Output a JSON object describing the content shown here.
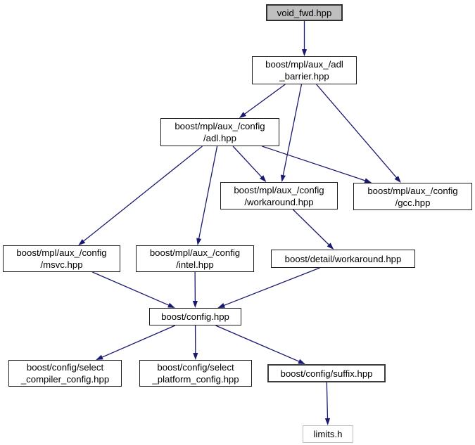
{
  "graph": {
    "type": "include-dependency-graph",
    "colors": {
      "edge": "#191970",
      "node_border": "#1c1c1c",
      "focus_fill": "#bfbfbf",
      "external_border": "#bebebe",
      "background": "#ffffff",
      "text": "#000000"
    },
    "nodes": {
      "void_fwd": {
        "label": "void_fwd.hpp"
      },
      "adl_barrier": {
        "label": "boost/mpl/aux_/adl\n_barrier.hpp"
      },
      "adl": {
        "label": "boost/mpl/aux_/config\n/adl.hpp"
      },
      "workaround_mpl": {
        "label": "boost/mpl/aux_/config\n/workaround.hpp"
      },
      "gcc": {
        "label": "boost/mpl/aux_/config\n/gcc.hpp"
      },
      "msvc": {
        "label": "boost/mpl/aux_/config\n/msvc.hpp"
      },
      "intel": {
        "label": "boost/mpl/aux_/config\n/intel.hpp"
      },
      "detail_workaround": {
        "label": "boost/detail/workaround.hpp"
      },
      "config": {
        "label": "boost/config.hpp"
      },
      "select_compiler": {
        "label": "boost/config/select\n_compiler_config.hpp"
      },
      "select_platform": {
        "label": "boost/config/select\n_platform_config.hpp"
      },
      "suffix": {
        "label": "boost/config/suffix.hpp"
      },
      "limits": {
        "label": "limits.h"
      }
    },
    "edges": [
      {
        "from": "void_fwd",
        "to": "adl_barrier"
      },
      {
        "from": "adl_barrier",
        "to": "adl"
      },
      {
        "from": "adl_barrier",
        "to": "workaround_mpl"
      },
      {
        "from": "adl_barrier",
        "to": "gcc"
      },
      {
        "from": "adl",
        "to": "msvc"
      },
      {
        "from": "adl",
        "to": "intel"
      },
      {
        "from": "adl",
        "to": "workaround_mpl"
      },
      {
        "from": "adl",
        "to": "gcc"
      },
      {
        "from": "workaround_mpl",
        "to": "detail_workaround"
      },
      {
        "from": "msvc",
        "to": "config"
      },
      {
        "from": "intel",
        "to": "config"
      },
      {
        "from": "detail_workaround",
        "to": "config"
      },
      {
        "from": "config",
        "to": "select_compiler"
      },
      {
        "from": "config",
        "to": "select_platform"
      },
      {
        "from": "config",
        "to": "suffix"
      },
      {
        "from": "suffix",
        "to": "limits"
      }
    ]
  }
}
